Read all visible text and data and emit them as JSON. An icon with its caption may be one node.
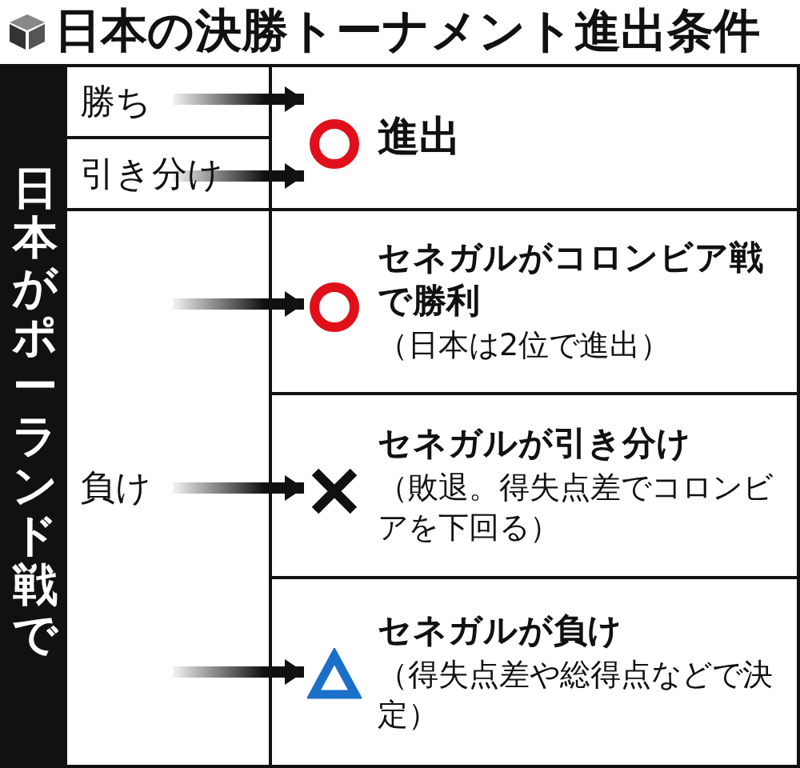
{
  "diagram": {
    "title": "日本の決勝トーナメント進出条件",
    "nodes": [
      {
        "text": [
          "日本がポーランド戦で"
        ]
      },
      {
        "text": [
          "勝ち"
        ]
      },
      {
        "text": [
          "引き分け"
        ]
      },
      {
        "text": [
          "負け"
        ]
      },
      {
        "text": [
          "進出"
        ]
      },
      {
        "text": [],
        "shape": "circle",
        "in": 4
      },
      {
        "text": [
          "セネガルがコロンビア戦で勝利",
          "（日本は2位で進出）"
        ]
      },
      {
        "text": [],
        "shape": "circle",
        "in": 6
      },
      {
        "text": [
          "セネガルが引き分け",
          "（敗退。得失点差でコロンビアを下回る）"
        ]
      },
      {
        "text": [],
        "shape": "cross",
        "in": 8
      },
      {
        "text": [
          "セネガルが負け",
          "（得失点差や総得点などで決定）"
        ]
      },
      {
        "text": [],
        "shape": "triangle",
        "in": 10
      }
    ],
    "edges": [
      {
        "from": 1,
        "to": 5,
        "arrow": "to"
      },
      {
        "from": 2,
        "to": 5,
        "arrow": "to"
      },
      {
        "from": 3,
        "to": 7,
        "arrow": "to"
      },
      {
        "from": 3,
        "to": 9,
        "arrow": "to"
      },
      {
        "from": 3,
        "to": 11,
        "arrow": "to"
      }
    ]
  }
}
